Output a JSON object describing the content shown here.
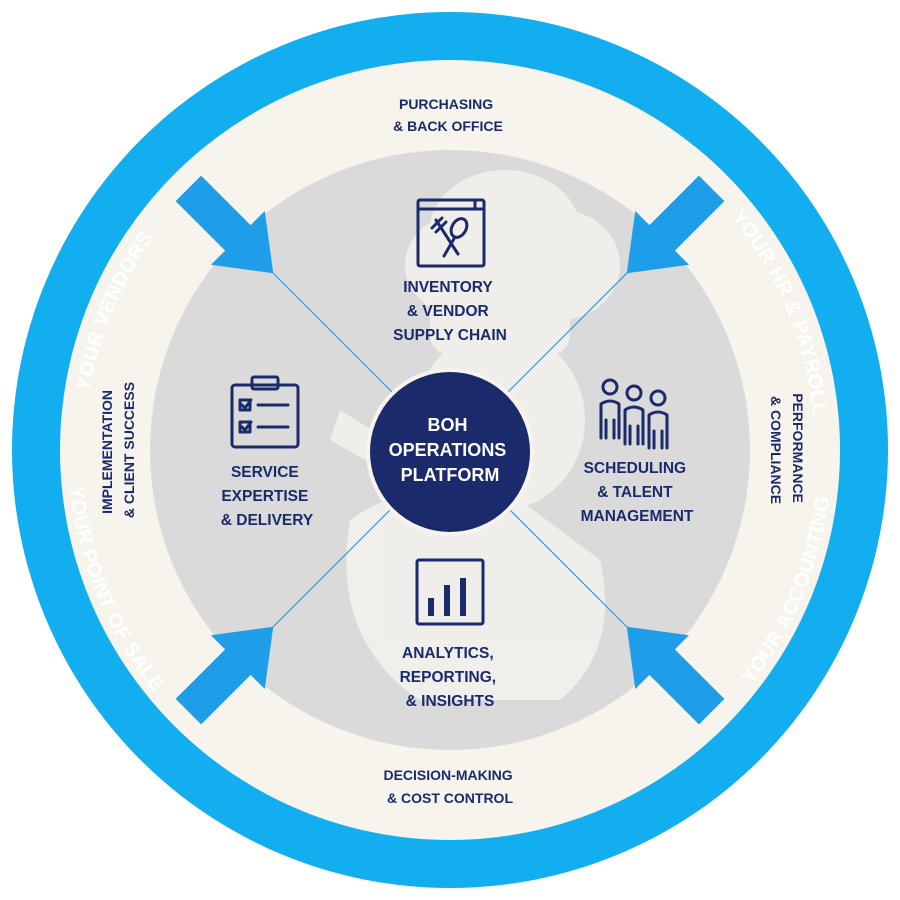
{
  "colors": {
    "ring_blue": "#12aef0",
    "cream": "#f6f4ec",
    "gray_inner": "#d9d9d9",
    "navy": "#1b2a6b",
    "arrow_blue": "#1e9de8",
    "divider": "#2f95d8"
  },
  "ring_labels": {
    "vendors": "YOUR VENDORS",
    "hr_payroll": "YOUR HR & PAYROLL",
    "accounting": "YOUR ACCOUNTING",
    "point_of_sale": "YOUR POINT OF SALE"
  },
  "outer_labels": {
    "top": [
      "PURCHASING",
      "& BACK OFFICE"
    ],
    "right": [
      "PERFORMANCE",
      "& COMPLIANCE"
    ],
    "bottom": [
      "DECISION-MAKING",
      "& COST CONTROL"
    ],
    "left": [
      "IMPLEMENTATION",
      "& CLIENT SUCCESS"
    ]
  },
  "quadrants": {
    "top": {
      "icon": "cutlery-book-icon",
      "lines": [
        "INVENTORY",
        "& VENDOR",
        "SUPPLY CHAIN"
      ]
    },
    "right": {
      "icon": "people-group-icon",
      "lines": [
        "SCHEDULING",
        "& TALENT",
        "MANAGEMENT"
      ]
    },
    "bottom": {
      "icon": "bar-chart-icon",
      "lines": [
        "ANALYTICS,",
        "REPORTING,",
        "& INSIGHTS"
      ]
    },
    "left": {
      "icon": "clipboard-checklist-icon",
      "lines": [
        "SERVICE",
        "EXPERTISE",
        "& DELIVERY"
      ]
    }
  },
  "center": {
    "lines": [
      "BOH",
      "OPERATIONS",
      "PLATFORM"
    ]
  }
}
